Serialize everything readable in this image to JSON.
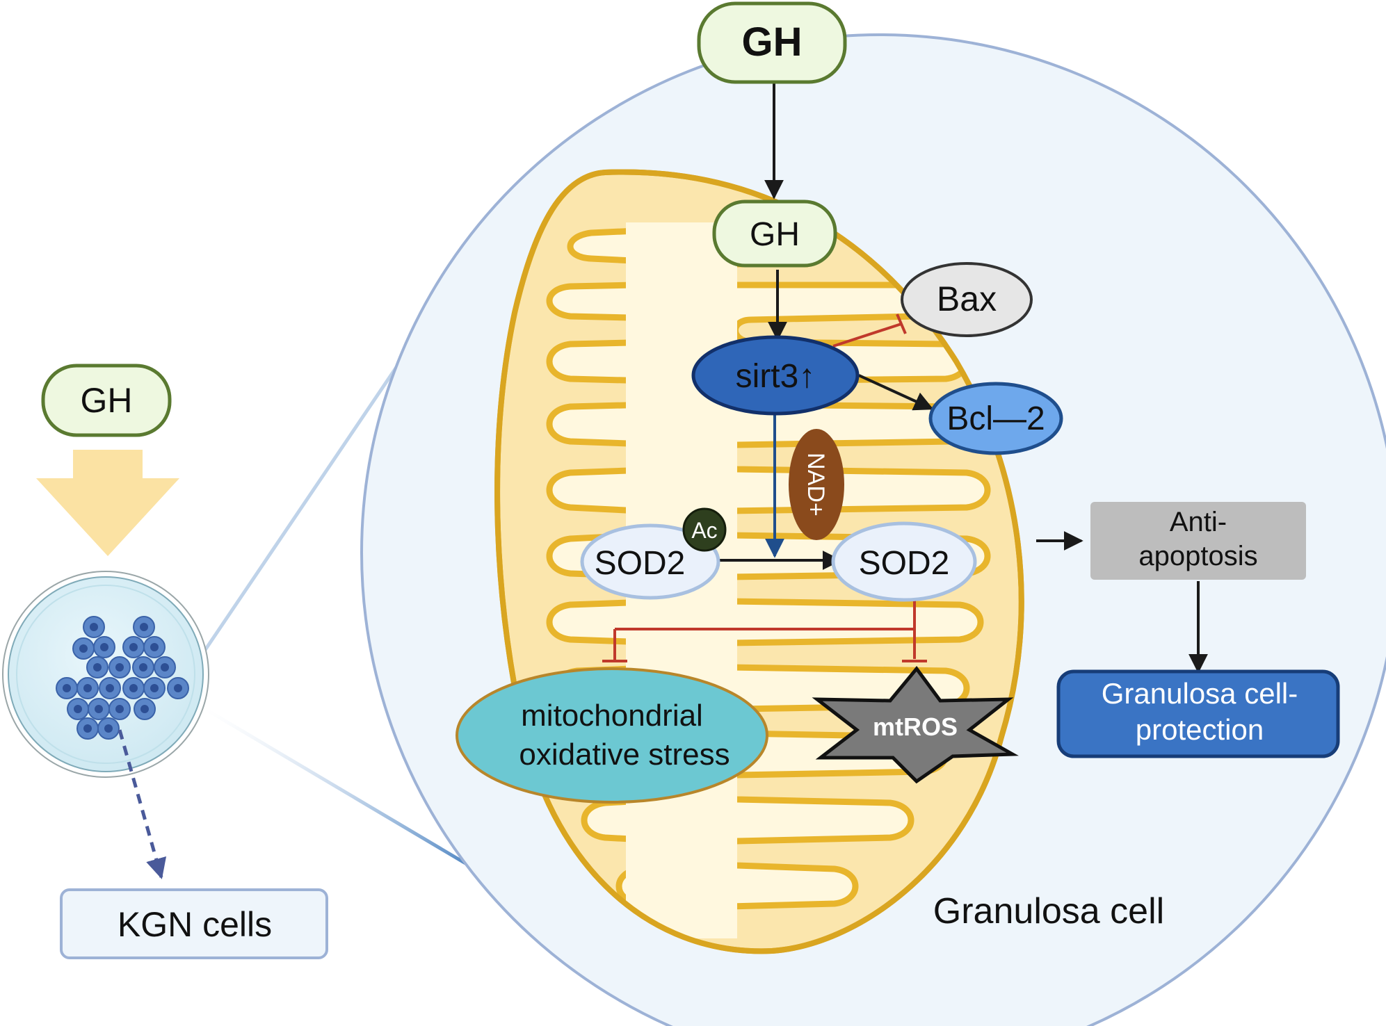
{
  "labels": {
    "gh_top": "GH",
    "gh_inner": "GH",
    "gh_left": "GH",
    "kgn_cells": "KGN cells",
    "sirt3": "sirt3↑",
    "bax": "Bax",
    "bcl2": "Bcl—2",
    "nad": "NAD+",
    "sod2_acetylated": "SOD2",
    "acetyl": "Ac",
    "sod2_active": "SOD2",
    "oxidative_stress_line1": "mitochondrial",
    "oxidative_stress_line2": "oxidative stress",
    "mtros": "mtROS",
    "anti_apoptosis_line1": "Anti-",
    "anti_apoptosis_line2": "apoptosis",
    "protection_line1": "Granulosa cell-",
    "protection_line2": "protection",
    "granulosa_cell": "Granulosa cell"
  },
  "colors": {
    "gh_fill": "#eef8e0",
    "gh_stroke": "#5a7a30",
    "mito_outer": "#d9a520",
    "mito_fill": "#fbe6ad",
    "cristae": "#e8b52c",
    "matrix": "#fff8df",
    "cell_fill": "#eef5fb",
    "cell_stroke": "#9db2d6",
    "sirt3": "#2f66b8",
    "bcl2": "#6ea8ec",
    "nad": "#8a4a1c",
    "acetyl": "#2e3f1e",
    "oxidative": "#6cc8d2",
    "mtros": "#7a7a7a",
    "anti_apoptosis": "#bdbdbd",
    "protection": "#3a74c4",
    "inhibit": "#c0392b",
    "arrow": "#1a1a1a",
    "dish_cells": "#4a74b8"
  },
  "icons": {
    "culture_dish": "petri-dish-icon",
    "treatment_arrow": "block-arrow-down-icon"
  }
}
